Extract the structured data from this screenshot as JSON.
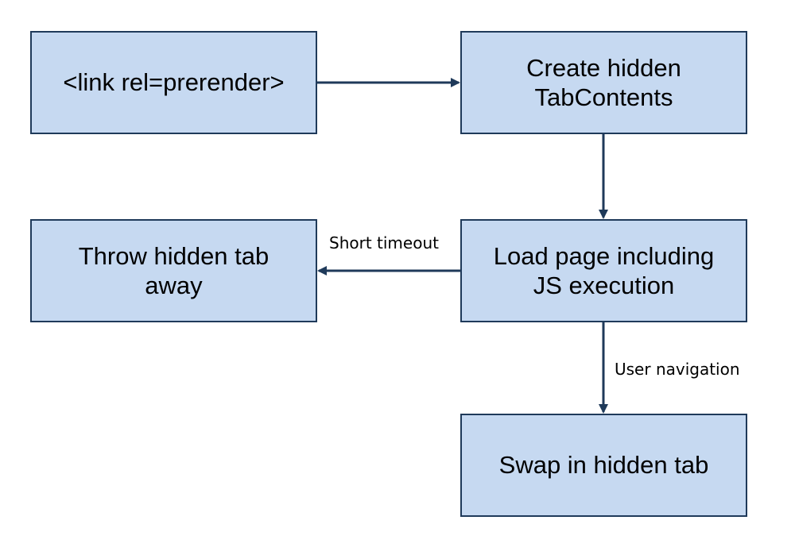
{
  "nodes": {
    "link": {
      "lines": [
        "<link rel=prerender>"
      ]
    },
    "create": {
      "lines": [
        "Create hidden",
        "TabContents"
      ]
    },
    "throw": {
      "lines": [
        "Throw hidden tab",
        "away"
      ]
    },
    "load": {
      "lines": [
        "Load page including",
        "JS execution"
      ]
    },
    "swap": {
      "lines": [
        "Swap in hidden tab"
      ]
    }
  },
  "edges": {
    "short_timeout": "Short timeout",
    "user_navigation": "User navigation"
  },
  "colors": {
    "node_fill": "#c6d9f1",
    "node_border": "#1f3a5a",
    "arrow": "#1f3a5a"
  }
}
